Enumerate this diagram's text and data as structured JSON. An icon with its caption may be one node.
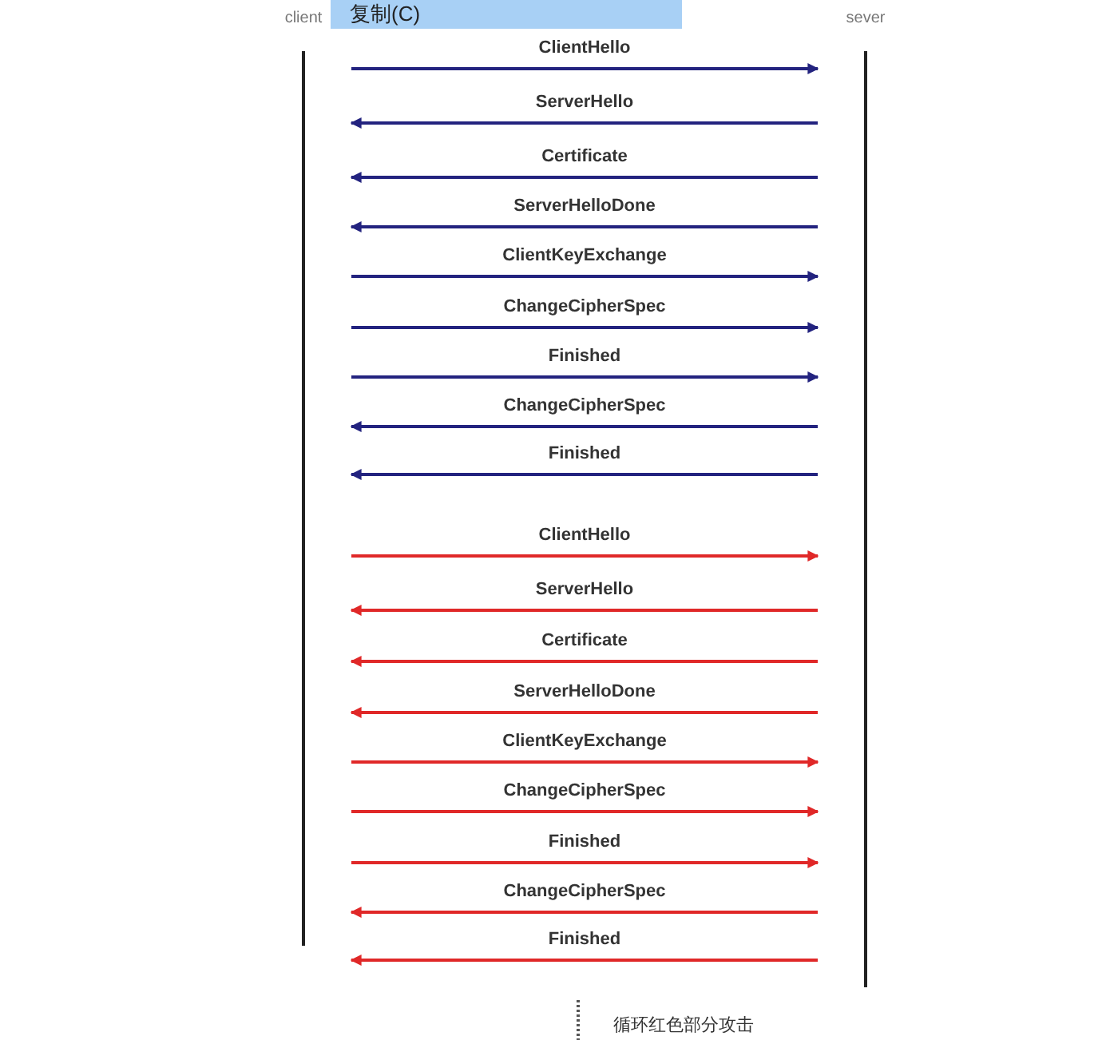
{
  "diagram": {
    "nodes": [
      {
        "text": [
          "client"
        ]
      },
      {
        "text": [
          "sever"
        ]
      }
    ],
    "edges": [
      {
        "from": 0,
        "to": 1,
        "arrow": "to",
        "label": "ClientHello"
      },
      {
        "from": 1,
        "to": 0,
        "arrow": "to",
        "label": "ServerHello"
      },
      {
        "from": 1,
        "to": 0,
        "arrow": "to",
        "label": "Certificate"
      },
      {
        "from": 1,
        "to": 0,
        "arrow": "to",
        "label": "ServerHelloDone"
      },
      {
        "from": 0,
        "to": 1,
        "arrow": "to",
        "label": "ClientKeyExchange"
      },
      {
        "from": 0,
        "to": 1,
        "arrow": "to",
        "label": "ChangeCipherSpec"
      },
      {
        "from": 0,
        "to": 1,
        "arrow": "to",
        "label": "Finished"
      },
      {
        "from": 1,
        "to": 0,
        "arrow": "to",
        "label": "ChangeCipherSpec"
      },
      {
        "from": 1,
        "to": 0,
        "arrow": "to",
        "label": "Finished"
      },
      {
        "from": 0,
        "to": 1,
        "arrow": "to",
        "label": "ClientHello",
        "color": "#e02828"
      },
      {
        "from": 1,
        "to": 0,
        "arrow": "to",
        "label": "ServerHello",
        "color": "#e02828"
      },
      {
        "from": 1,
        "to": 0,
        "arrow": "to",
        "label": "Certificate",
        "color": "#e02828"
      },
      {
        "from": 1,
        "to": 0,
        "arrow": "to",
        "label": "ServerHelloDone",
        "color": "#e02828"
      },
      {
        "from": 0,
        "to": 1,
        "arrow": "to",
        "label": "ClientKeyExchange",
        "color": "#e02828"
      },
      {
        "from": 0,
        "to": 1,
        "arrow": "to",
        "label": "ChangeCipherSpec",
        "color": "#e02828"
      },
      {
        "from": 0,
        "to": 1,
        "arrow": "to",
        "label": "Finished",
        "color": "#e02828"
      },
      {
        "from": 1,
        "to": 0,
        "arrow": "to",
        "label": "ChangeCipherSpec",
        "color": "#e02828"
      },
      {
        "from": 1,
        "to": 0,
        "arrow": "to",
        "label": "Finished",
        "color": "#e02828"
      }
    ],
    "labels": [
      "复制(C)",
      "循环红色部分攻击"
    ]
  }
}
